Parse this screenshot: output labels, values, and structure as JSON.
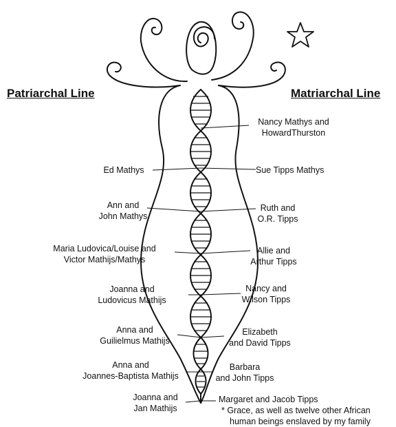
{
  "headings": {
    "patriarchal": "Patriarchal Line",
    "matriarchal": "Matriarchal  Line"
  },
  "patriarchal": [
    {
      "line1": "Ed Mathys",
      "line2": ""
    },
    {
      "line1": "Ann and",
      "line2": "John  Mathys"
    },
    {
      "line1": "Maria Ludovica/Louise and",
      "line2": "Victor Mathijs/Mathys"
    },
    {
      "line1": "Joanna and",
      "line2": "Ludovicus  Mathijs"
    },
    {
      "line1": "Anna and",
      "line2": "Guilielmus  Mathijs"
    },
    {
      "line1": "Anna and",
      "line2": "Joannes-Baptista Mathijs"
    },
    {
      "line1": "Joanna and",
      "line2": "Jan  Mathijs"
    }
  ],
  "matriarchal": [
    {
      "line1": "Nancy Mathys and",
      "line2": "HowardThurston"
    },
    {
      "line1": "Sue Tipps Mathys",
      "line2": ""
    },
    {
      "line1": "Ruth and",
      "line2": "O.R. Tipps"
    },
    {
      "line1": "Allie and",
      "line2": "Arthur  Tipps"
    },
    {
      "line1": "Nancy  and",
      "line2": "Wilson  Tipps"
    },
    {
      "line1": "Elizabeth",
      "line2": "and David Tipps"
    },
    {
      "line1": "Barbara",
      "line2": "and John Tipps"
    },
    {
      "line1": "Margaret and Jacob Tipps",
      "line2": ""
    }
  ],
  "footnote": {
    "line1": "* Grace, as well as twelve other African",
    "line2": "human beings enslaved by my family"
  }
}
